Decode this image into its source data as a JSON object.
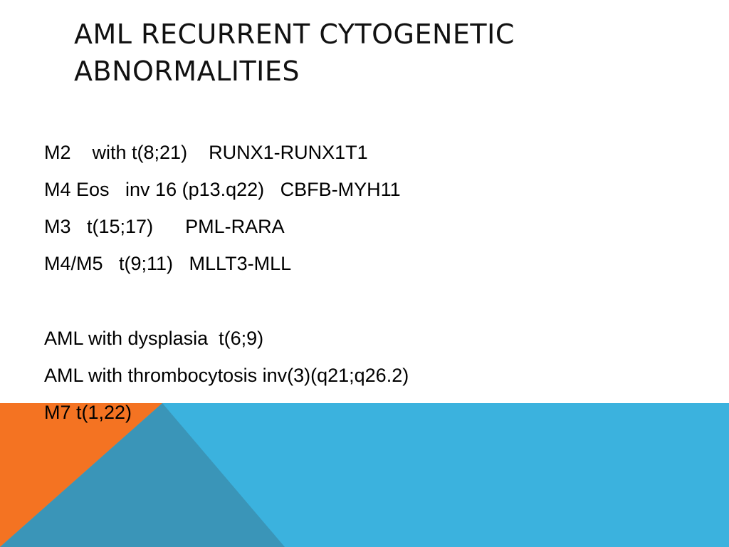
{
  "slide": {
    "title_lines": [
      "AML RECURRENT CYTOGENETIC",
      "ABNORMALITIES"
    ],
    "lines": [
      "M2    with t(8;21)    RUNX1-RUNX1T1",
      "M4 Eos   inv 16 (p13.q22)   CBFB-MYH11",
      "M3   t(15;17)      PML-RARA",
      "M4/M5   t(9;11)   MLLT3-MLL",
      "AML with dysplasia  t(6;9)",
      "AML with thrombocytosis inv(3)(q21;q26.2)",
      "M7 t(1,22)"
    ],
    "colors": {
      "blue": "#3bb2de",
      "orange": "#f47322",
      "overlap": "#3a95b8"
    }
  }
}
